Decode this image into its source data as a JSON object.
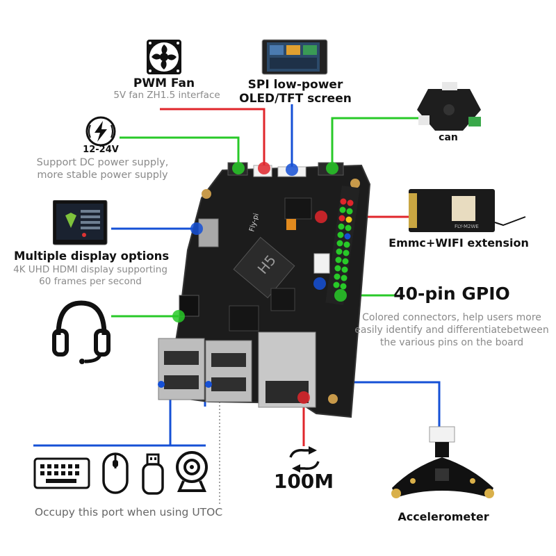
{
  "colors": {
    "red": "#e0262b",
    "blue": "#1550d6",
    "green": "#28c928",
    "board": "#1c1c1c"
  },
  "pwm_fan": {
    "title": "PWM Fan",
    "subtitle": "5V fan ZH1.5 interface",
    "icon": "fan-icon"
  },
  "spi_screen": {
    "title_line1": "SPI low-power",
    "title_line2": "OLED/TFT screen"
  },
  "can": {
    "label": "can"
  },
  "power": {
    "title": "12-24V",
    "line1": "Support DC power supply,",
    "line2": "more stable power supply",
    "icon": "lightning-icon"
  },
  "display": {
    "title": "Multiple display options",
    "line1": "4K UHD HDMI display supporting",
    "line2": "60 frames per second"
  },
  "emmc": {
    "title": "Emmc+WIFI extension",
    "module_label": "FLY-M2WE"
  },
  "gpio": {
    "title": "40-pin GPIO",
    "line1": "Colored connectors, help users more",
    "line2": "easily identify and differentiatebetween",
    "line3": "the various pins on the board"
  },
  "ethernet": {
    "title": "100M",
    "icon": "network-arrows-icon"
  },
  "accelerometer": {
    "title": "Accelerometer"
  },
  "usb": {
    "note": "Occupy this port when using UTOC",
    "devices": [
      "keyboard-icon",
      "mouse-icon",
      "usb-drive-icon",
      "webcam-icon"
    ]
  },
  "headset": {
    "icon": "headset-icon"
  },
  "board": {
    "brand": "Fly-pi",
    "chip": "H5"
  }
}
